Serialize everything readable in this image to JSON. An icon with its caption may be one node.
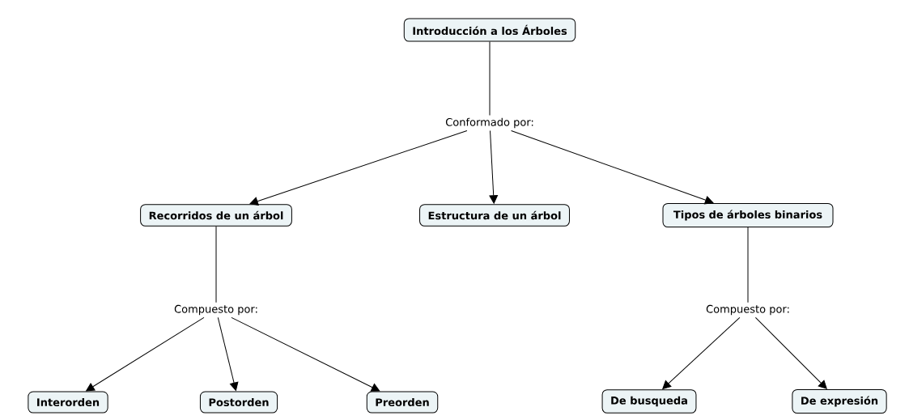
{
  "diagram": {
    "nodes": [
      {
        "text": [
          "Introducción a los Árboles"
        ]
      },
      {
        "text": [
          "Conformado por:"
        ]
      },
      {
        "text": [
          "Recorridos de un árbol"
        ]
      },
      {
        "text": [
          "Estructura de un árbol"
        ]
      },
      {
        "text": [
          "Tipos de árboles binarios"
        ]
      },
      {
        "text": [
          "Compuesto por:"
        ]
      },
      {
        "text": [
          "Compuesto por:"
        ]
      },
      {
        "text": [
          "Interorden"
        ]
      },
      {
        "text": [
          "Postorden"
        ]
      },
      {
        "text": [
          "Preorden"
        ]
      },
      {
        "text": [
          "De busqueda"
        ]
      },
      {
        "text": [
          "De expresión"
        ]
      }
    ],
    "edges": [
      {
        "from": 0,
        "to": 1,
        "arrow": "none"
      },
      {
        "from": 1,
        "to": 2,
        "arrow": "to"
      },
      {
        "from": 1,
        "to": 3,
        "arrow": "to"
      },
      {
        "from": 1,
        "to": 4,
        "arrow": "to"
      },
      {
        "from": 2,
        "to": 5,
        "arrow": "none"
      },
      {
        "from": 5,
        "to": 7,
        "arrow": "to"
      },
      {
        "from": 5,
        "to": 8,
        "arrow": "to"
      },
      {
        "from": 5,
        "to": 9,
        "arrow": "to"
      },
      {
        "from": 4,
        "to": 6,
        "arrow": "none"
      },
      {
        "from": 6,
        "to": 10,
        "arrow": "to"
      },
      {
        "from": 6,
        "to": 11,
        "arrow": "to"
      }
    ]
  }
}
